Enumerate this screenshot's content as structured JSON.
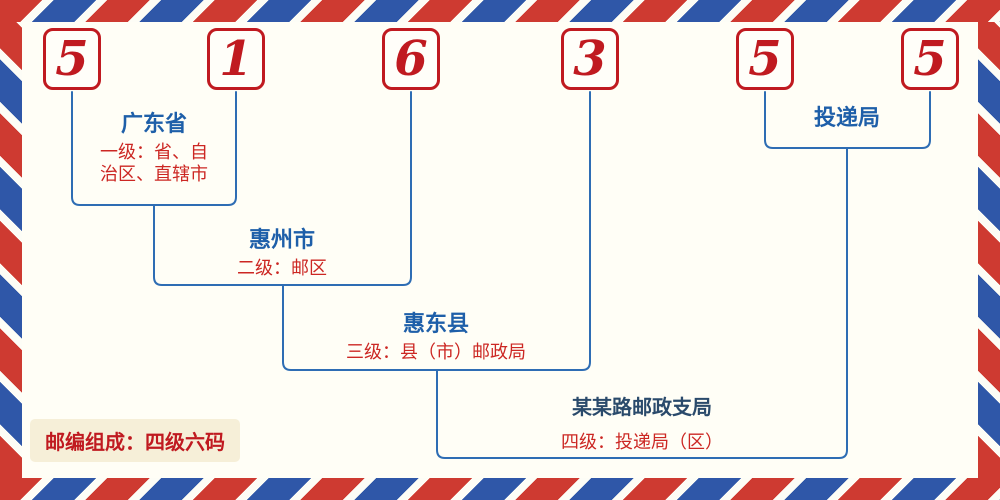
{
  "postal_code": {
    "digits": [
      "5",
      "1",
      "6",
      "3",
      "5",
      "5"
    ]
  },
  "levels": [
    {
      "name": "广东省",
      "desc_lines": [
        "一级：省、自",
        "治区、直辖市"
      ]
    },
    {
      "name": "惠州市",
      "desc": "二级：邮区"
    },
    {
      "name": "惠东县",
      "desc": "三级：县（市）邮政局"
    },
    {
      "name": "某某路邮政支局",
      "desc": "四级：投递局（区）"
    },
    {
      "name": "投递局"
    }
  ],
  "badge": {
    "text": "邮编组成：四级六码"
  },
  "colors": {
    "digit_red": "#c01a20",
    "line_blue": "#2e6db4",
    "label_blue": "#1e5fa9",
    "branch_navy": "#2a4a6b",
    "desc_red": "#cc2723",
    "stripe_red": "#ce3a31",
    "stripe_blue": "#2f57a8",
    "badge_bg": "#f6efd8",
    "background": "#fffef6"
  }
}
